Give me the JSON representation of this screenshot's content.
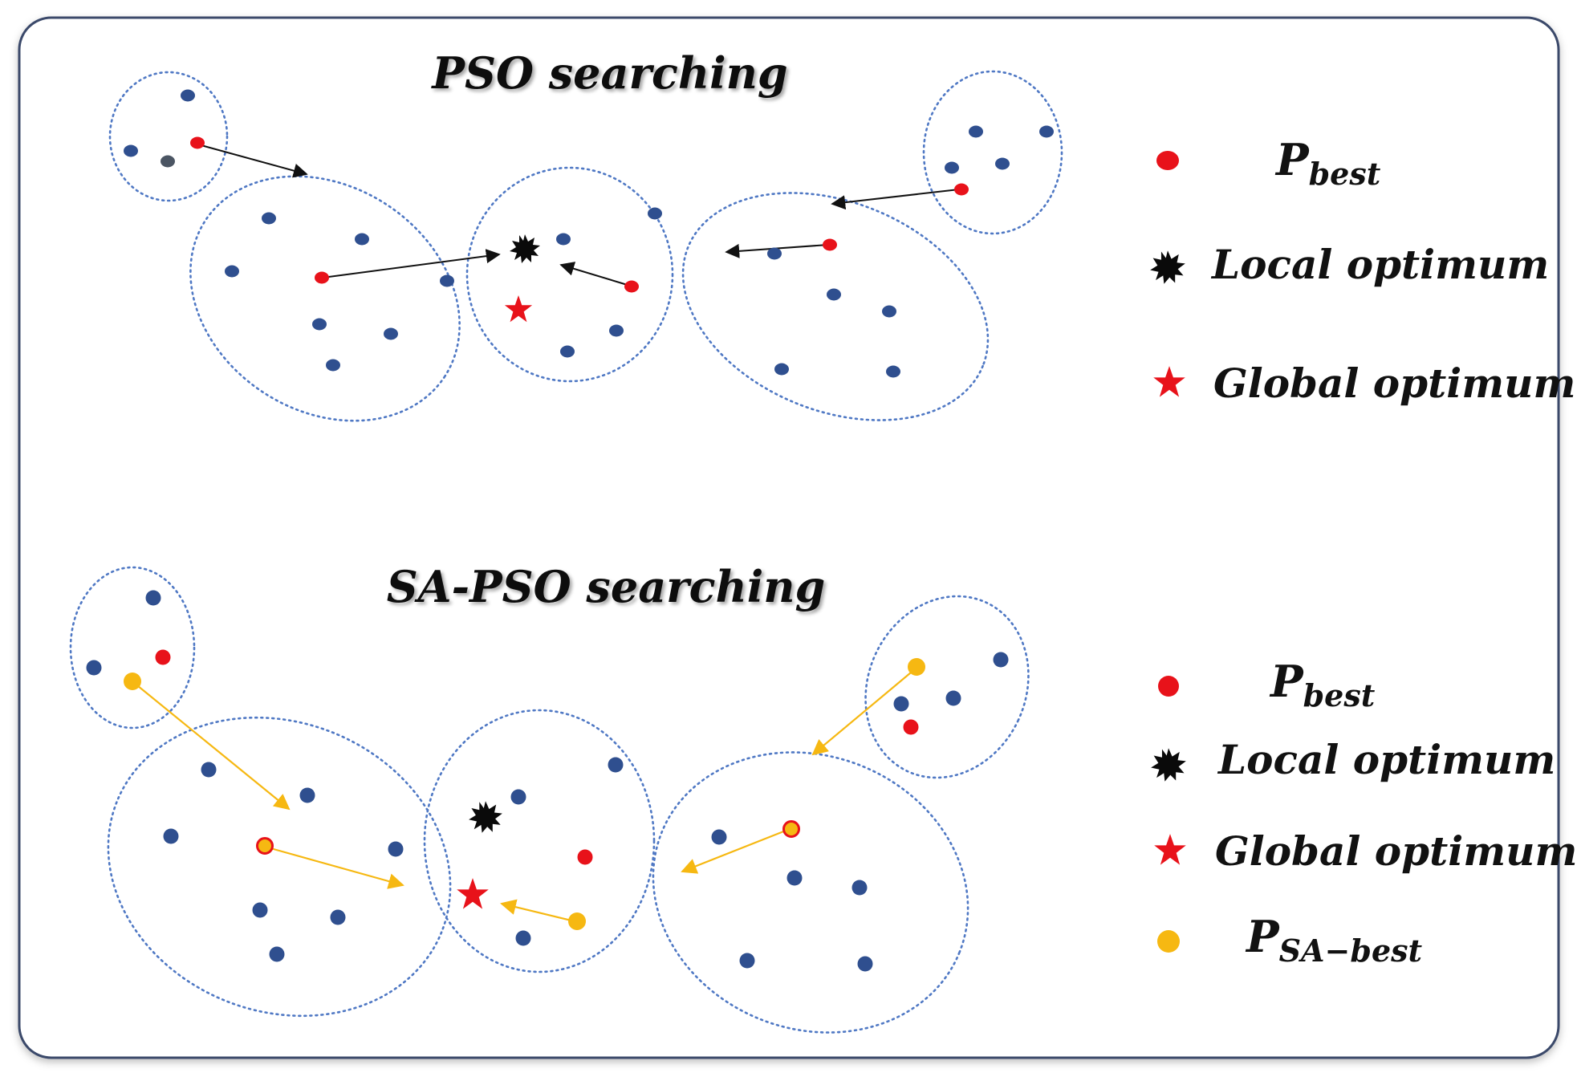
{
  "colors": {
    "frame": "#3a4a6b",
    "cluster_outline": "#4f78c4",
    "particle": "#2f4f8f",
    "pbest": "#e8121a",
    "sa_best": "#f6b812",
    "local_optimum": "#0a0a0a",
    "global_optimum": "#e8121a",
    "arrow_pso": "#111111",
    "arrow_sa": "#f6b812"
  },
  "icons": {
    "pbest": "red-dot-icon",
    "local_optimum": "black-burst-icon",
    "global_optimum": "red-star-icon",
    "sa_best": "yellow-dot-icon"
  },
  "panels": {
    "pso": {
      "title": "PSO searching",
      "legend": {
        "pbest_main": "P",
        "pbest_sub": "best",
        "local": "Local optimum",
        "global": "Global optimum"
      }
    },
    "sapso": {
      "title": "SA-PSO searching",
      "legend": {
        "pbest_main": "P",
        "pbest_sub": "best",
        "local": "Local optimum",
        "global": "Global optimum",
        "sa_main": "P",
        "sa_sub": "SA−best"
      }
    }
  }
}
